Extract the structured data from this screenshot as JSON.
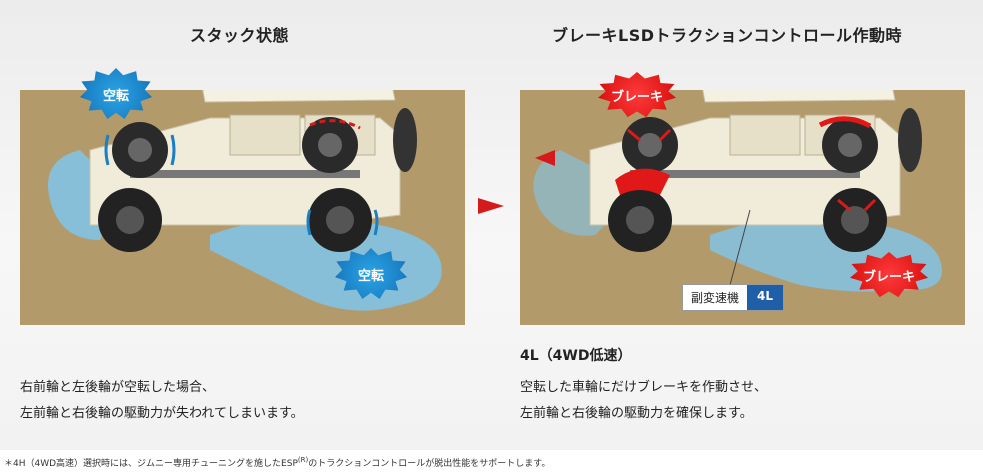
{
  "left": {
    "title": "スタック状態",
    "badge_top": "空転",
    "badge_bottom": "空転",
    "desc_lines": [
      "右前輪と左後輪が空転した場合、",
      "左前輪と右後輪の駆動力が失われてしまいます。"
    ]
  },
  "right": {
    "title": "ブレーキLSDトラクションコントロール作動時",
    "badge_top": "ブレーキ",
    "badge_bottom": "ブレーキ",
    "gearbox_label": "副変速機",
    "gearbox_value": "4L",
    "mode": "4L（4WD低速）",
    "desc_lines": [
      "空転した車輪にだけブレーキを作動させ、",
      "左前輪と右後輪の駆動力を確保します。"
    ]
  },
  "footnote": {
    "prefix": "＊4H（4WD高速）選択時には、ジムニー専用チューニングを施したESP",
    "sup": "(R)",
    "suffix": "のトラクションコントロールが脱出性能をサポートします。"
  },
  "colors": {
    "ground": "#b39a6a",
    "water": "#7fc6ec",
    "body": "#f1ecd9",
    "brake_red": "#e01818",
    "spin_blue": "#1b7fc4",
    "gear_blue": "#1f5fa8"
  }
}
